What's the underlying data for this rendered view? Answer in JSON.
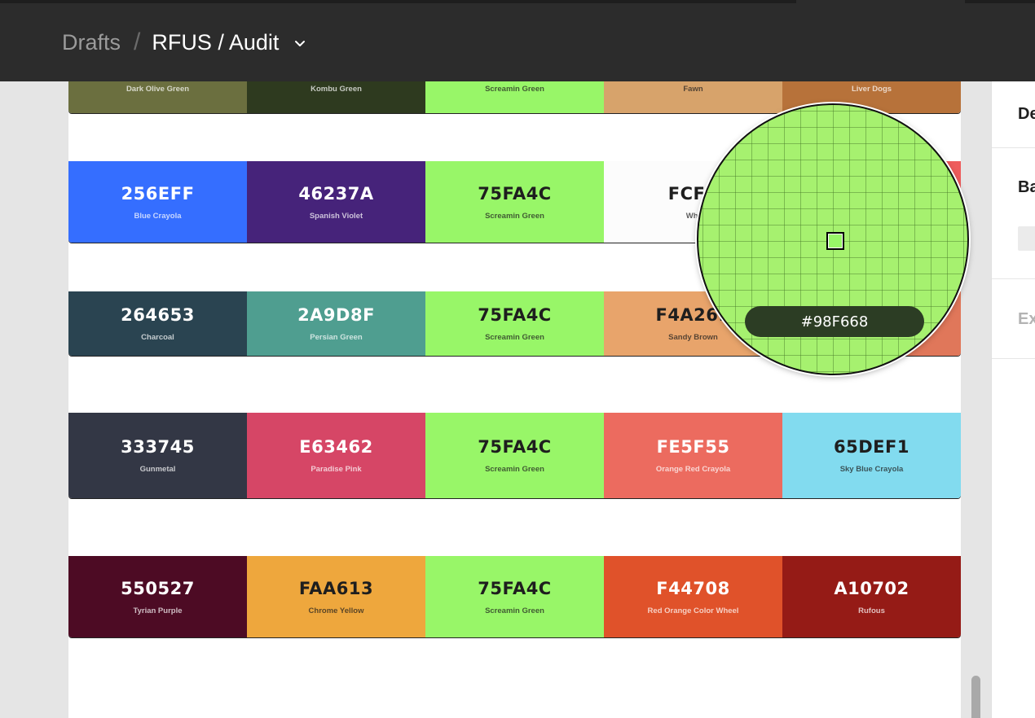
{
  "breadcrumb": {
    "root": "Drafts",
    "separator": "/",
    "file": "RFUS / Audit"
  },
  "rows": [
    {
      "id": "row-0",
      "swatches": [
        {
          "hex": "",
          "name": "Dark Olive Green",
          "color": "#6b6f3f",
          "text": "#ffffff"
        },
        {
          "hex": "",
          "name": "Kombu Green",
          "color": "#2e3a1f",
          "text": "#ffffff"
        },
        {
          "hex": "",
          "name": "Screamin Green",
          "color": "#98f668",
          "text": "#1e1e1e"
        },
        {
          "hex": "",
          "name": "Fawn",
          "color": "#d7a36b",
          "text": "#1e1e1e"
        },
        {
          "hex": "",
          "name": "Liver Dogs",
          "color": "#b7723a",
          "text": "#ffffff"
        }
      ]
    },
    {
      "id": "row-1",
      "swatches": [
        {
          "hex": "256EFF",
          "name": "Blue Crayola",
          "color": "#356eff",
          "text": "#ffffff"
        },
        {
          "hex": "46237A",
          "name": "Spanish Violet",
          "color": "#46237a",
          "text": "#ffffff"
        },
        {
          "hex": "75FA4C",
          "name": "Screamin Green",
          "color": "#98f668",
          "text": "#1e1e1e"
        },
        {
          "hex": "FCFC",
          "name": "Whi",
          "color": "#fcfcfc",
          "text": "#1e1e1e"
        },
        {
          "hex": "",
          "name": "",
          "color": "#ee5c5c",
          "text": "#ffffff"
        }
      ]
    },
    {
      "id": "row-2",
      "swatches": [
        {
          "hex": "264653",
          "name": "Charcoal",
          "color": "#2a4451",
          "text": "#ffffff"
        },
        {
          "hex": "2A9D8F",
          "name": "Persian Green",
          "color": "#4f9e90",
          "text": "#ffffff"
        },
        {
          "hex": "75FA4C",
          "name": "Screamin Green",
          "color": "#98f668",
          "text": "#1e1e1e"
        },
        {
          "hex": "F4A261",
          "name": "Sandy Brown",
          "color": "#e8a46b",
          "text": "#1e1e1e"
        },
        {
          "hex": "",
          "name": "",
          "color": "#e0775a",
          "text": "#ffffff"
        }
      ]
    },
    {
      "id": "row-3",
      "swatches": [
        {
          "hex": "333745",
          "name": "Gunmetal",
          "color": "#333745",
          "text": "#ffffff"
        },
        {
          "hex": "E63462",
          "name": "Paradise Pink",
          "color": "#d64666",
          "text": "#ffffff"
        },
        {
          "hex": "75FA4C",
          "name": "Screamin Green",
          "color": "#98f668",
          "text": "#1e1e1e"
        },
        {
          "hex": "FE5F55",
          "name": "Orange Red Crayola",
          "color": "#ec6b5f",
          "text": "#ffffff"
        },
        {
          "hex": "65DEF1",
          "name": "Sky Blue Crayola",
          "color": "#82dbef",
          "text": "#1e1e1e"
        }
      ]
    },
    {
      "id": "row-4",
      "swatches": [
        {
          "hex": "550527",
          "name": "Tyrian Purple",
          "color": "#4d0b24",
          "text": "#ffffff"
        },
        {
          "hex": "FAA613",
          "name": "Chrome Yellow",
          "color": "#eea73d",
          "text": "#1e1e1e"
        },
        {
          "hex": "75FA4C",
          "name": "Screamin Green",
          "color": "#98f668",
          "text": "#1e1e1e"
        },
        {
          "hex": "F44708",
          "name": "Red Orange Color Wheel",
          "color": "#e0522a",
          "text": "#ffffff"
        },
        {
          "hex": "A10702",
          "name": "Rufous",
          "color": "#951b16",
          "text": "#ffffff"
        }
      ]
    }
  ],
  "picker": {
    "hex": "#98F668"
  },
  "panel": {
    "section1": "De",
    "section2": "Ba",
    "section3": "Ex"
  }
}
